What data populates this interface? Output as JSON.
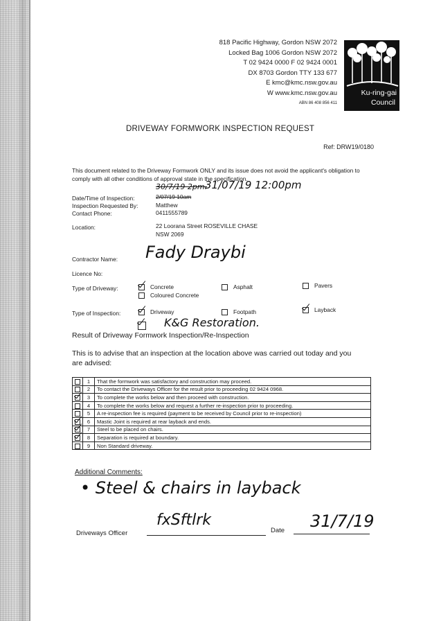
{
  "header": {
    "address_lines": [
      "818 Pacific Highway, Gordon NSW 2072",
      "Locked Bag 1006 Gordon NSW 2072",
      "T 02 9424 0000  F 02 9424 0001",
      "DX 8703 Gordon  TTY 133 677",
      "E kmc@kmc.nsw.gov.au",
      "W www.kmc.nsw.gov.au"
    ],
    "abn": "ABN 86 408 856 411",
    "logo_line1": "Ku-ring-gai",
    "logo_line2": "Council"
  },
  "document": {
    "title": "DRIVEWAY FORMWORK INSPECTION REQUEST",
    "ref": "Ref: DRW19/0180",
    "intro": "This document related to the Driveway Formwork ONLY and its issue does not avoid the applicant's obligation to comply with all other conditions of approval state in the specification."
  },
  "fields": {
    "date_label": "Date/Time of Inspection:",
    "date_value": "2/07/19 10am",
    "date_handwritten": "31/07/19 12:00pm",
    "date_struck": "30/7/19 2pm.",
    "requested_label": "Inspection Requested By:",
    "requested_value": "Matthew",
    "phone_label": "Contact Phone:",
    "phone_value": "0411555789",
    "location_label": "Location:",
    "location_line1": "22 Loorana Street ROSEVILLE CHASE",
    "location_line2": "NSW  2069",
    "contractor_label": "Contractor Name:",
    "contractor_value": "Fady Draybi",
    "licence_label": "Licence No:"
  },
  "driveway_type": {
    "label": "Type of Driveway:",
    "options": [
      {
        "label": "Concrete",
        "checked": true
      },
      {
        "label": "Asphalt",
        "checked": false
      },
      {
        "label": "Pavers",
        "checked": false
      },
      {
        "label": "Coloured Concrete",
        "checked": false
      }
    ]
  },
  "inspection_type": {
    "label": "Type of Inspection:",
    "options": [
      {
        "label": "Driveway",
        "checked": true
      },
      {
        "label": "Footpath",
        "checked": false
      },
      {
        "label": "Layback",
        "checked": true
      }
    ],
    "handwritten_extra": "K&G Restoration."
  },
  "result": {
    "heading": "Result of Driveway Formwork Inspection/Re-Inspection",
    "advise": "This is to advise that an inspection at the location above was carried out today and you are advised:"
  },
  "checklist": [
    {
      "num": "1",
      "text": "That the formwork was satisfactory and construction may proceed.",
      "checked": false
    },
    {
      "num": "2",
      "text": "To contact the Driveways Officer for the result prior to proceeding 02 9424 0968.",
      "checked": false
    },
    {
      "num": "3",
      "text": "To complete the works below and then proceed with construction.",
      "checked": true
    },
    {
      "num": "4",
      "text": "To complete the works below and request a further re-inspection prior to proceeding.",
      "checked": false
    },
    {
      "num": "5",
      "text": "A re-inspection fee is required (payment to be received by Council prior to re-inspection)",
      "checked": false
    },
    {
      "num": "6",
      "text": "Mastic Joint is required at rear layback and ends.",
      "checked": true
    },
    {
      "num": "7",
      "text": "Steel to be placed on chairs.",
      "checked": true
    },
    {
      "num": "8",
      "text": "Separation is required at boundary.",
      "checked": true
    },
    {
      "num": "9",
      "text": "Non Standard driveway.",
      "checked": false
    }
  ],
  "comments": {
    "heading": "Additional Comments:",
    "handwritten": "• Steel & chairs in layback"
  },
  "footer": {
    "officer_label": "Driveways Officer",
    "date_label": "Date",
    "date_value": "31/7/19",
    "signature": "fxSftlrk"
  }
}
